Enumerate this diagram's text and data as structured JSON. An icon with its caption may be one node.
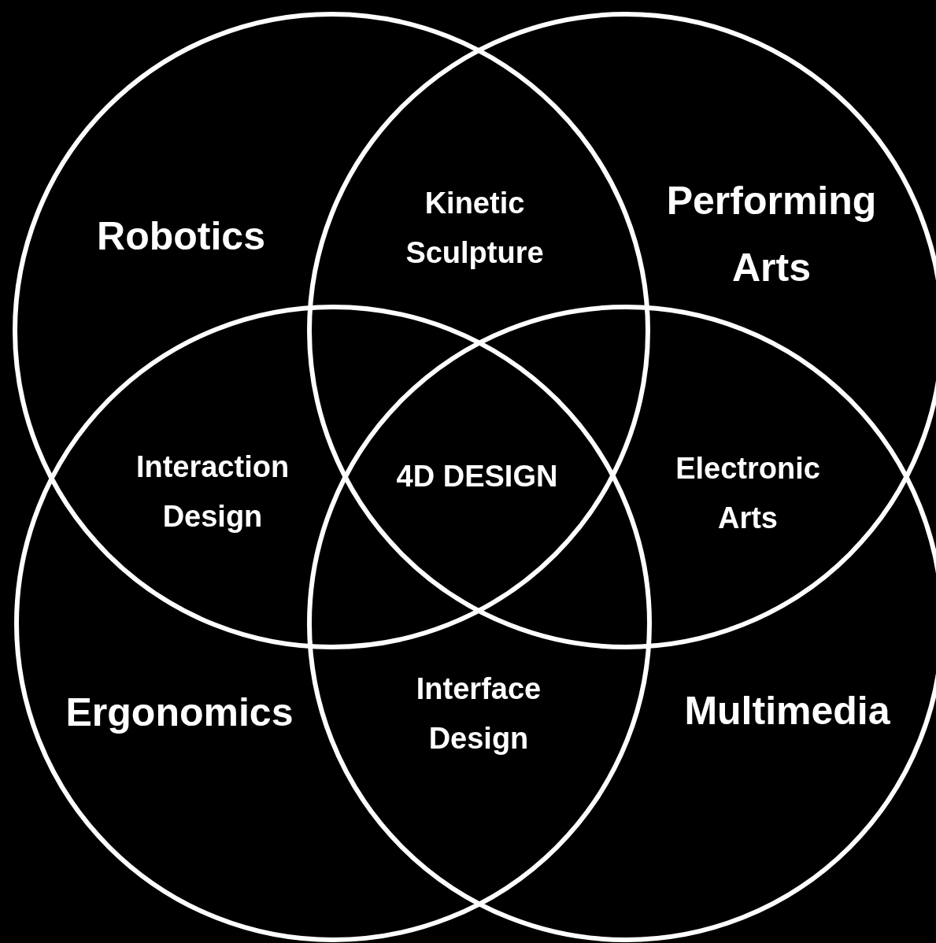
{
  "diagram": {
    "nodes": [
      {
        "text": [
          "Robotics"
        ]
      },
      {
        "text": [
          "Performing Arts"
        ]
      },
      {
        "text": [
          "Ergonomics"
        ]
      },
      {
        "text": [
          "Multimedia"
        ]
      }
    ],
    "labels": [
      "Kinetic Sculpture",
      "Interaction Design",
      "4D DESIGN",
      "Electronic Arts",
      "Interface Design"
    ]
  }
}
